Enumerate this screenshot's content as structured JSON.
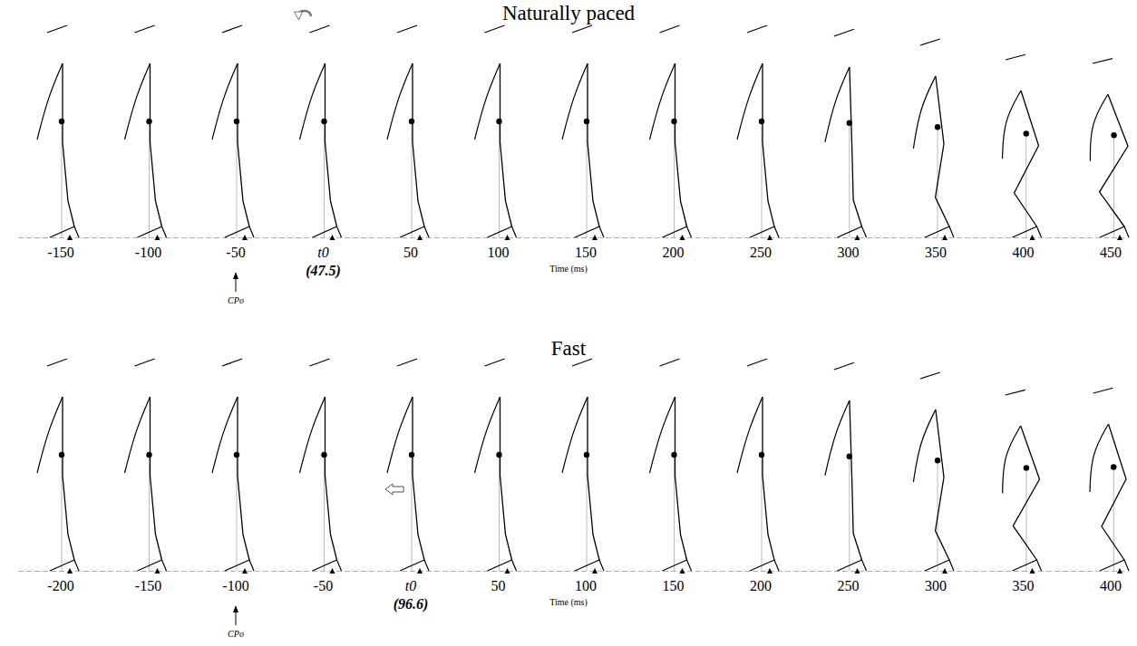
{
  "diagram": {
    "labels": [
      "Naturally paced",
      "-150",
      "-100",
      "-50",
      "t0",
      "50",
      "100",
      "150",
      "200",
      "250",
      "300",
      "350",
      "400",
      "450",
      "(47.5)",
      "Time (ms)",
      "CPo",
      "Fast",
      "-200",
      "-150",
      "-100",
      "-50",
      "t0",
      "50",
      "100",
      "150",
      "200",
      "250",
      "300",
      "350",
      "400",
      "(96.6)",
      "Time (ms)",
      "CPo"
    ]
  }
}
